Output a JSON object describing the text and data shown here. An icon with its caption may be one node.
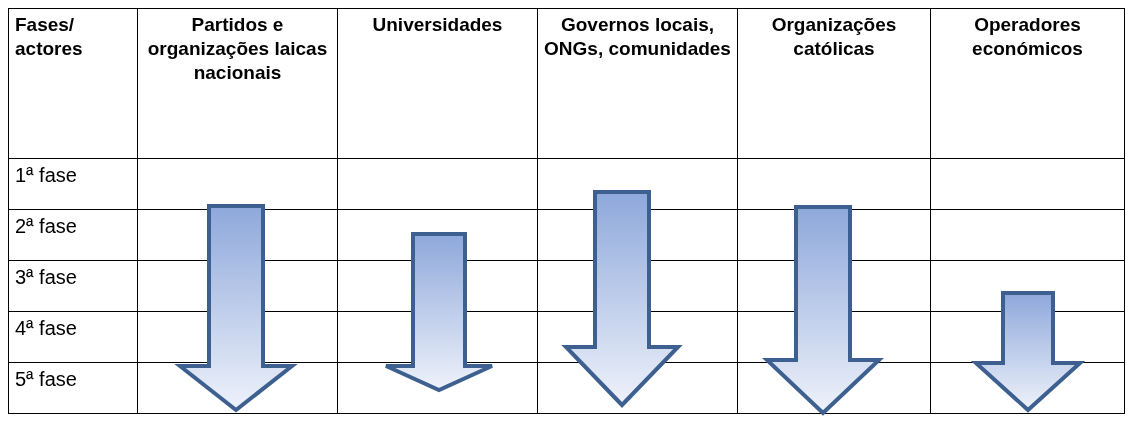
{
  "diagram": {
    "labels": [
      "Fases/ actores",
      "Partidos e organizações laicas nacionais",
      "Universidades",
      "Governos locais, ONGs, comunidades",
      "Organizações católicas",
      "Operadores económicos",
      "1ª fase",
      "2ª fase",
      "3ª fase",
      "4ª fase",
      "5ª fase"
    ]
  }
}
